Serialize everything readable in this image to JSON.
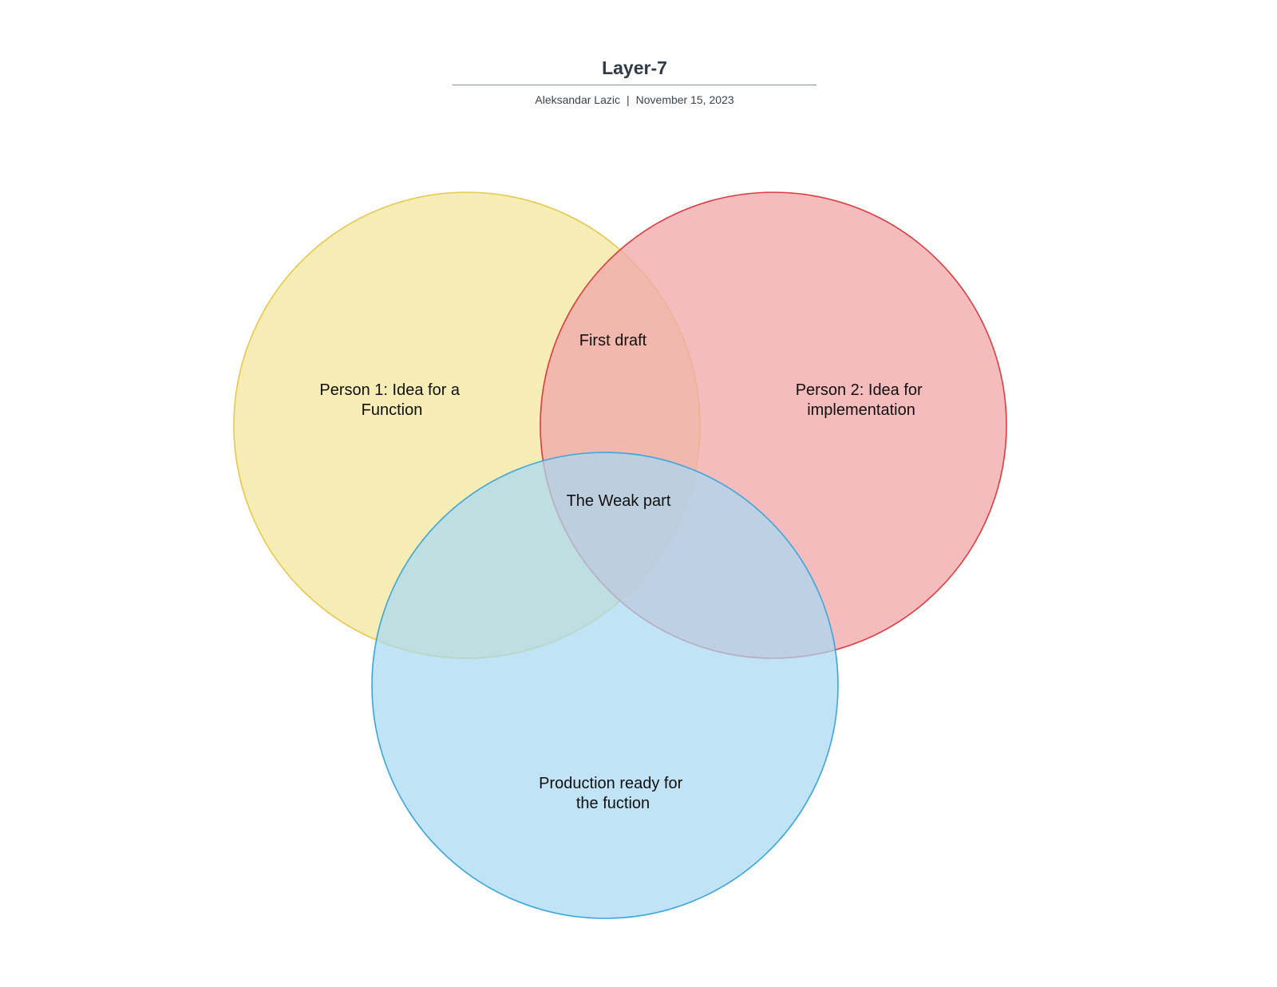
{
  "header": {
    "title": "Layer-7",
    "author": "Aleksandar Lazic",
    "separator": "|",
    "date": "November 15, 2023"
  },
  "diagram": {
    "type": "venn",
    "sets": [
      {
        "id": "person1",
        "label_lines": [
          "Person 1: Idea for a",
          "Function"
        ],
        "fill": "#f5e9a8",
        "stroke": "#e8c84a"
      },
      {
        "id": "person2",
        "label_lines": [
          "Person 2: Idea for",
          "implementation"
        ],
        "fill": "#f2a9aa",
        "stroke": "#e03a3e"
      },
      {
        "id": "production",
        "label_lines": [
          "Production ready for",
          "the fuction"
        ],
        "fill": "#a8d8f2",
        "stroke": "#3aa6dd"
      }
    ],
    "intersections": {
      "person1_person2": "First draft",
      "all": "The Weak part"
    }
  }
}
